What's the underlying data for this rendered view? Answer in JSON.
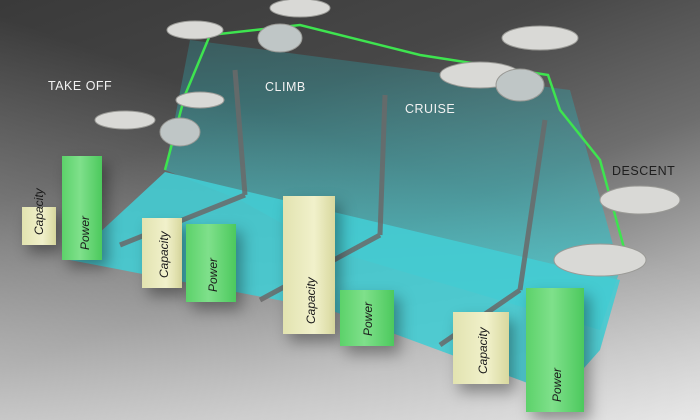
{
  "chart_data": {
    "type": "bar",
    "style": "3D infographic (flight profile)",
    "title": "",
    "xlabel": "",
    "ylabel": "",
    "categories": [
      "TAKE OFF",
      "CLIMB",
      "CRUISE",
      "DESCENT"
    ],
    "series": [
      {
        "name": "Capacity",
        "values": [
          1.0,
          1.8,
          3.6,
          1.9
        ],
        "color": "#eeeec4"
      },
      {
        "name": "Power",
        "values": [
          3.1,
          2.0,
          1.2,
          3.2
        ],
        "color": "#63d66f"
      }
    ],
    "value_units": "relative (no numeric axis shown)",
    "grid": false,
    "legend": "none (labels on bars)",
    "flight_path_color": "#38e04a",
    "phase_plane_color": "#3fc9cf"
  },
  "phases": [
    {
      "label": "TAKE OFF",
      "capacity_label": "Capacity",
      "power_label": "Power"
    },
    {
      "label": "CLIMB",
      "capacity_label": "Capacity",
      "power_label": "Power"
    },
    {
      "label": "CRUISE",
      "capacity_label": "Capacity",
      "power_label": "Power"
    },
    {
      "label": "DESCENT",
      "capacity_label": "Capacity",
      "power_label": "Power"
    }
  ]
}
